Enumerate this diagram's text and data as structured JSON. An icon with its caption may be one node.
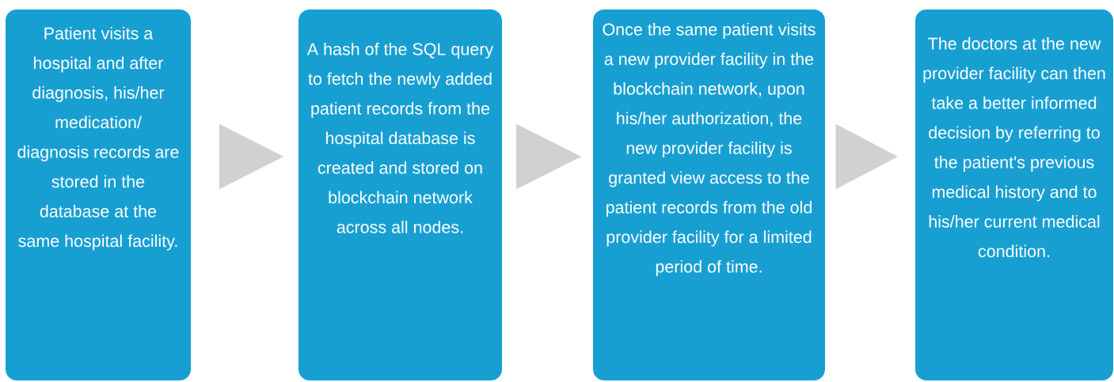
{
  "diagram": {
    "nodes": [
      {
        "text": [
          "Patient visits a hospital and after diagnosis, his/her medication/ diagnosis records are stored in the database at the same hospital facility."
        ]
      },
      {
        "text": [
          "A hash of the SQL query to fetch the newly added patient records from the hospital database is created and stored on blockchain network across all nodes."
        ]
      },
      {
        "text": [
          "Once the same patient visits a new provider facility in the blockchain network, upon his/her authorization, the new provider facility is granted view access to the patient records from the old provider facility for a limited period of time."
        ]
      },
      {
        "text": [
          "The doctors at the new provider facility can then take a better informed decision by referring to the patient's previous medical history and to his/her current medical condition."
        ]
      }
    ],
    "edges": [
      {
        "from": 0,
        "to": 1,
        "arrow": "to"
      },
      {
        "from": 1,
        "to": 2,
        "arrow": "to"
      },
      {
        "from": 2,
        "to": 3,
        "arrow": "to"
      }
    ]
  }
}
